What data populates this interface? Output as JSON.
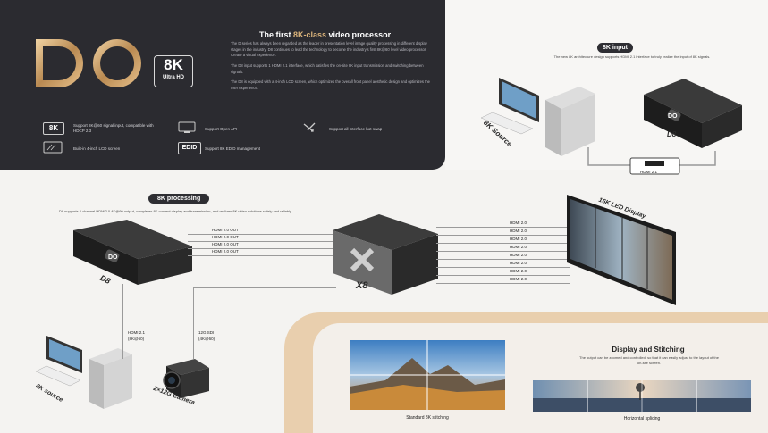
{
  "hero": {
    "title_prefix": "The first ",
    "title_highlight": "8K-class",
    "title_suffix": " video processor",
    "paragraphs": [
      "The D series has always been regarded as the leader in presentation level image quality processing in different display stages in the industry. D8 continues to lead the technology to become the industry's first 8K@60 level video processor. Create a visual experience.",
      "The D8 input supports 1 HDMI 2.1 interface, which satisfies the on-site 8K input transmission and switching between signals.",
      "The D8 is equipped with a 4-inch LCD screen, which optimizes the overall front panel aesthetic design and optimizes the user experience."
    ],
    "logo_text": "DO",
    "badge_big": "8K",
    "badge_small": "Ultra HD",
    "features": [
      {
        "icon": "8K",
        "text": "Support 8K@60 signal input, compatible with HDCP 2.3"
      },
      {
        "icon": "screen-api-icon",
        "text": "Support Open API"
      },
      {
        "icon": "swap-icon",
        "text": "Support all interface hot swap"
      },
      {
        "icon": "lcd-icon",
        "text": "Built-in 4-inch LCD screen"
      },
      {
        "icon": "EDID",
        "text": "Support 8K EDID management"
      }
    ]
  },
  "input_section": {
    "pill": "8K input",
    "desc": "The new 8K architecture design supports HDMI 2.1 interface to truly realize the input of 8K signals.",
    "source_label": "8K Source",
    "device_label": "D8",
    "device_logo": "DO",
    "cable_label": "HDMI 2.1"
  },
  "processing_section": {
    "pill": "8K processing",
    "desc": "D8 supports 4-channel HDMI2.0 4K@60 output, completes 8K content display and transmission, and realizes 8K video solutions safely and reliably.",
    "d8_label": "D8",
    "d8_logo": "DO",
    "x8_label": "X8",
    "x8_logo": "X",
    "outputs": [
      "HDMI 2.0 OUT",
      "HDMI 2.0 OUT",
      "HDMI 2.0 OUT",
      "HDMI 2.0 OUT"
    ],
    "hdmi_lines": [
      "HDMI 2.0",
      "HDMI 2.0",
      "HDMI 2.0",
      "HDMI 2.0",
      "HDMI 2.0",
      "HDMI 2.0",
      "HDMI 2.0",
      "HDMI 2.0"
    ],
    "display_label": "16K LED Display",
    "source_label": "8K source",
    "source_cable_label": "HDMI 2.1",
    "source_cable_sub": "(8K@60)",
    "camera_label": "2×12G Camera",
    "camera_cable_label": "12G SDI",
    "camera_cable_sub": "(4K@60)"
  },
  "stitching": {
    "title": "Display and Stitching",
    "desc": "The output can be zoomed and controlled, so that it can easily adjust to the layout of the on-site screen.",
    "caption_left": "Standard 8K stitching",
    "caption_right": "Horizontal splicing"
  },
  "colors": {
    "dark": "#2b2b30",
    "gold": "#d9b27a",
    "beige": "#e9cfae"
  }
}
